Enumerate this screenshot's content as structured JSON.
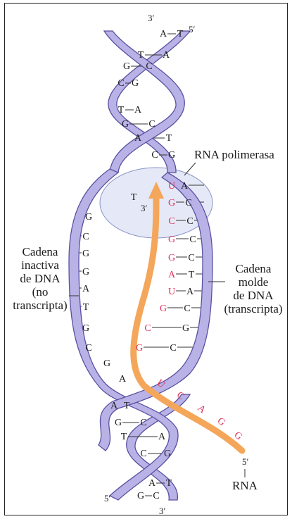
{
  "labels": {
    "rna_polimerasa": "RNA polimerasa",
    "inactive": [
      "Cadena",
      "inactiva",
      "de DNA",
      "(no",
      "transcripta)"
    ],
    "template": [
      "Cadena",
      "molde",
      "de DNA",
      "(transcripta)"
    ],
    "rna": "RNA",
    "top_3": "3′",
    "top_5": "5′",
    "bottom_5": "5′",
    "bottom_3": "3′",
    "rna_5": "5′",
    "pol_3": "3′"
  },
  "top_pairs": [
    [
      "A",
      "T"
    ],
    [
      "T",
      "A"
    ],
    [
      "G",
      "C"
    ],
    [
      "C",
      "G"
    ],
    [
      "T",
      "A"
    ],
    [
      "G",
      "C"
    ],
    [
      "A",
      "T"
    ],
    [
      "C",
      "G"
    ]
  ],
  "inactive_bases": [
    "T",
    "G",
    "C",
    "G",
    "G",
    "A",
    "T",
    "G",
    "C",
    "G",
    "A"
  ],
  "template_bases": [
    "A",
    "C",
    "C",
    "C",
    "C",
    "T",
    "A",
    "C",
    "G",
    "C"
  ],
  "rna_hybrid_bases": [
    "U",
    "G",
    "C",
    "G",
    "G",
    "A",
    "U",
    "G",
    "C",
    "G"
  ],
  "rna_tail_bases": [
    "U",
    "C",
    "A",
    "G",
    "G"
  ],
  "bottom_pairs": [
    [
      "A",
      "T"
    ],
    [
      "G",
      "C"
    ],
    [
      "T",
      "A"
    ],
    [
      "C",
      "G"
    ],
    [
      "A",
      "T"
    ],
    [
      "G",
      "C"
    ]
  ],
  "colors": {
    "helix_fill": "#b9b2e6",
    "helix_edge": "#5a50a0",
    "rna_arrow": "#f4a65a",
    "rna_base": "#e0305a",
    "bubble": "#cfd6ee",
    "text": "#1a1a1a"
  }
}
